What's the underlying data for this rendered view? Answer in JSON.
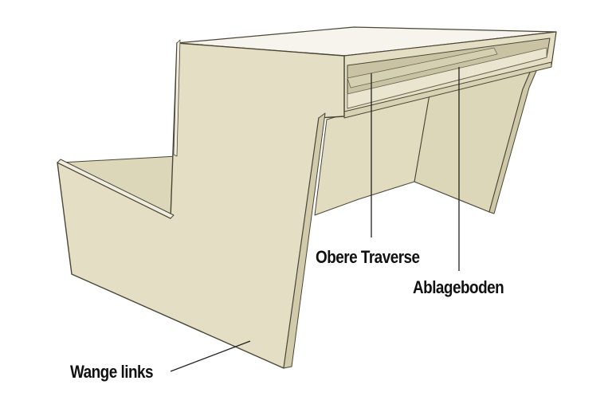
{
  "labels": {
    "obere_traverse": "Obere Traverse",
    "ablageboden": "Ablageboden",
    "wange_links": "Wange links"
  },
  "colors": {
    "panel_face": "#e4dfc4",
    "panel_side": "#ddd7b9",
    "panel_top": "#f6f4ec",
    "edge": "#4a4636",
    "inner_shadow": "#c9c3a4",
    "leader": "#222222"
  }
}
